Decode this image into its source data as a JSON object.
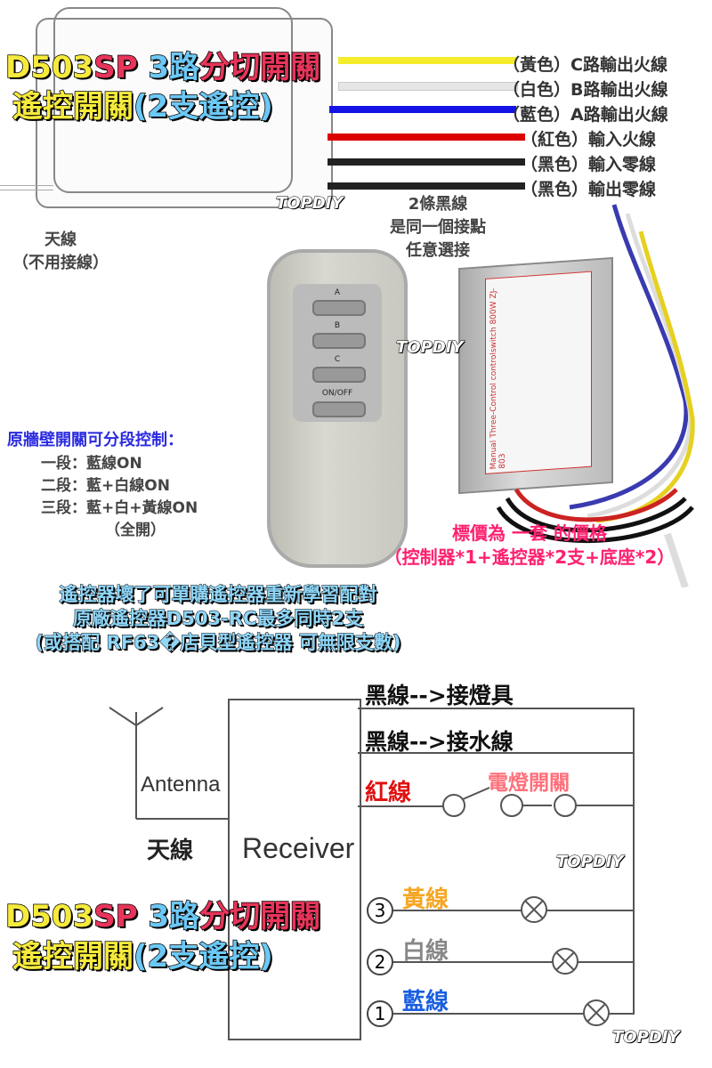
{
  "title": {
    "line1_model": "D503",
    "line1_sp": "SP",
    "line1_a": "3路",
    "line1_b": "分切開關",
    "line2_a": "遙控開關",
    "line2_b": "(2支遙控)"
  },
  "wires": [
    {
      "label": "（黃色）C路輸出火線",
      "color": "#f5ec2c"
    },
    {
      "label": "（白色）B路輸出火線",
      "color": "#e6e6e6"
    },
    {
      "label": "（藍色）A路輸出火線",
      "color": "#1414e6"
    },
    {
      "label": "（紅色）輸入火線",
      "color": "#dd0000"
    },
    {
      "label": "（黑色）輸入零線",
      "color": "#222222"
    },
    {
      "label": "（黑色）輸出零線",
      "color": "#222222"
    }
  ],
  "watermark": "TOPDIY",
  "antenna_note": [
    "天線",
    "（不用接線）"
  ],
  "black_note": [
    "2條黑線",
    "是同一個接點",
    "任意選接"
  ],
  "remote": {
    "buttons": [
      "A",
      "B",
      "C",
      "ON/OFF"
    ]
  },
  "device_label": [
    "Manual",
    "Three-Control",
    "controlswitch",
    "800W",
    "ZJ-803"
  ],
  "stages": {
    "heading": "原牆壁開關可分段控制：",
    "items": [
      "一段：藍線ON",
      "二段：藍+白線ON",
      "三段：藍+白+黃線ON",
      "（全開）"
    ]
  },
  "price_note": [
    "標價為 一套 的價格",
    "（控制器*1+遙控器*2支+底座*2）"
  ],
  "remote_note": [
    "遙控器壞了可單購遙控器重新學習配對",
    "原廠遙控器D503-RC最多同時2支",
    "(或搭配 RF63�店貝型遙控器 可無限支數)"
  ],
  "diagram": {
    "antenna": "Antenna",
    "antenna_cn": "天線",
    "receiver": "Receiver",
    "black1": "黑線-->接燈具",
    "black2": "黑線-->接水線",
    "red": "紅線",
    "switch": "電燈開關",
    "ch3": "黃線",
    "ch2": "白線",
    "ch1": "藍線",
    "n3": "3",
    "n2": "2",
    "n1": "1"
  }
}
